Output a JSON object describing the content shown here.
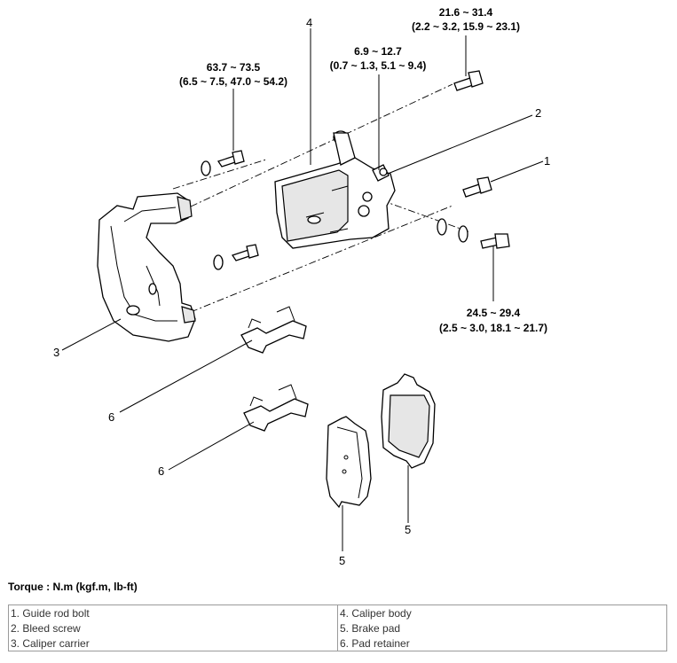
{
  "torque_specs": {
    "bolt_top_right": {
      "nm": "21.6 ~ 31.4",
      "alt": "(2.2 ~ 3.2, 15.9 ~ 23.1)"
    },
    "bleed_screw": {
      "nm": "6.9 ~ 12.7",
      "alt": "(0.7 ~ 1.3, 5.1 ~ 9.4)"
    },
    "carrier_bolt": {
      "nm": "63.7 ~ 73.5",
      "alt": "(6.5 ~ 7.5, 47.0 ~ 54.2)"
    },
    "bolt_lower_right": {
      "nm": "24.5 ~ 29.4",
      "alt": "(2.5 ~ 3.0, 18.1 ~ 21.7)"
    }
  },
  "callouts": {
    "c1": "1",
    "c2": "2",
    "c3": "3",
    "c4": "4",
    "c5a": "5",
    "c5b": "5",
    "c6a": "6",
    "c6b": "6"
  },
  "torque_unit": "Torque : N.m (kgf.m, lb-ft)",
  "legend": [
    [
      "1. Guide rod bolt",
      "4. Caliper body"
    ],
    [
      "2. Bleed screw",
      "5. Brake pad"
    ],
    [
      "3. Caliper carrier",
      "6. Pad retainer"
    ]
  ]
}
